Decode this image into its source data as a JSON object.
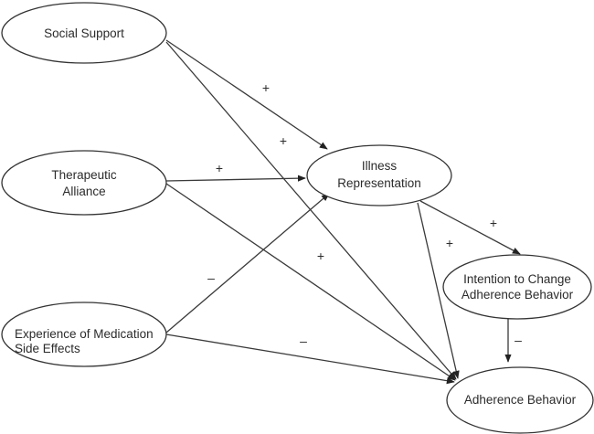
{
  "diagram": {
    "type": "path-model",
    "nodes": [
      {
        "id": "social_support",
        "lines": [
          "Social Support"
        ]
      },
      {
        "id": "therapeutic_alliance",
        "lines": [
          "Therapeutic",
          "Alliance"
        ]
      },
      {
        "id": "side_effects",
        "lines": [
          "Experience of Medication",
          "Side Effects"
        ]
      },
      {
        "id": "illness_representation",
        "lines": [
          "Illness",
          "Representation"
        ]
      },
      {
        "id": "intention",
        "lines": [
          "Intention to Change",
          "Adherence Behavior"
        ]
      },
      {
        "id": "adherence",
        "lines": [
          "Adherence Behavior"
        ]
      }
    ],
    "edges": [
      {
        "from": "social_support",
        "to": "illness_representation",
        "sign": "+"
      },
      {
        "from": "social_support",
        "to": "adherence",
        "sign": "+"
      },
      {
        "from": "therapeutic_alliance",
        "to": "illness_representation",
        "sign": "+"
      },
      {
        "from": "therapeutic_alliance",
        "to": "adherence",
        "sign": "+"
      },
      {
        "from": "side_effects",
        "to": "illness_representation",
        "sign": "–"
      },
      {
        "from": "side_effects",
        "to": "adherence",
        "sign": "–"
      },
      {
        "from": "illness_representation",
        "to": "intention",
        "sign": "+"
      },
      {
        "from": "illness_representation",
        "to": "adherence",
        "sign": "+"
      },
      {
        "from": "intention",
        "to": "adherence",
        "sign": "–"
      }
    ]
  }
}
